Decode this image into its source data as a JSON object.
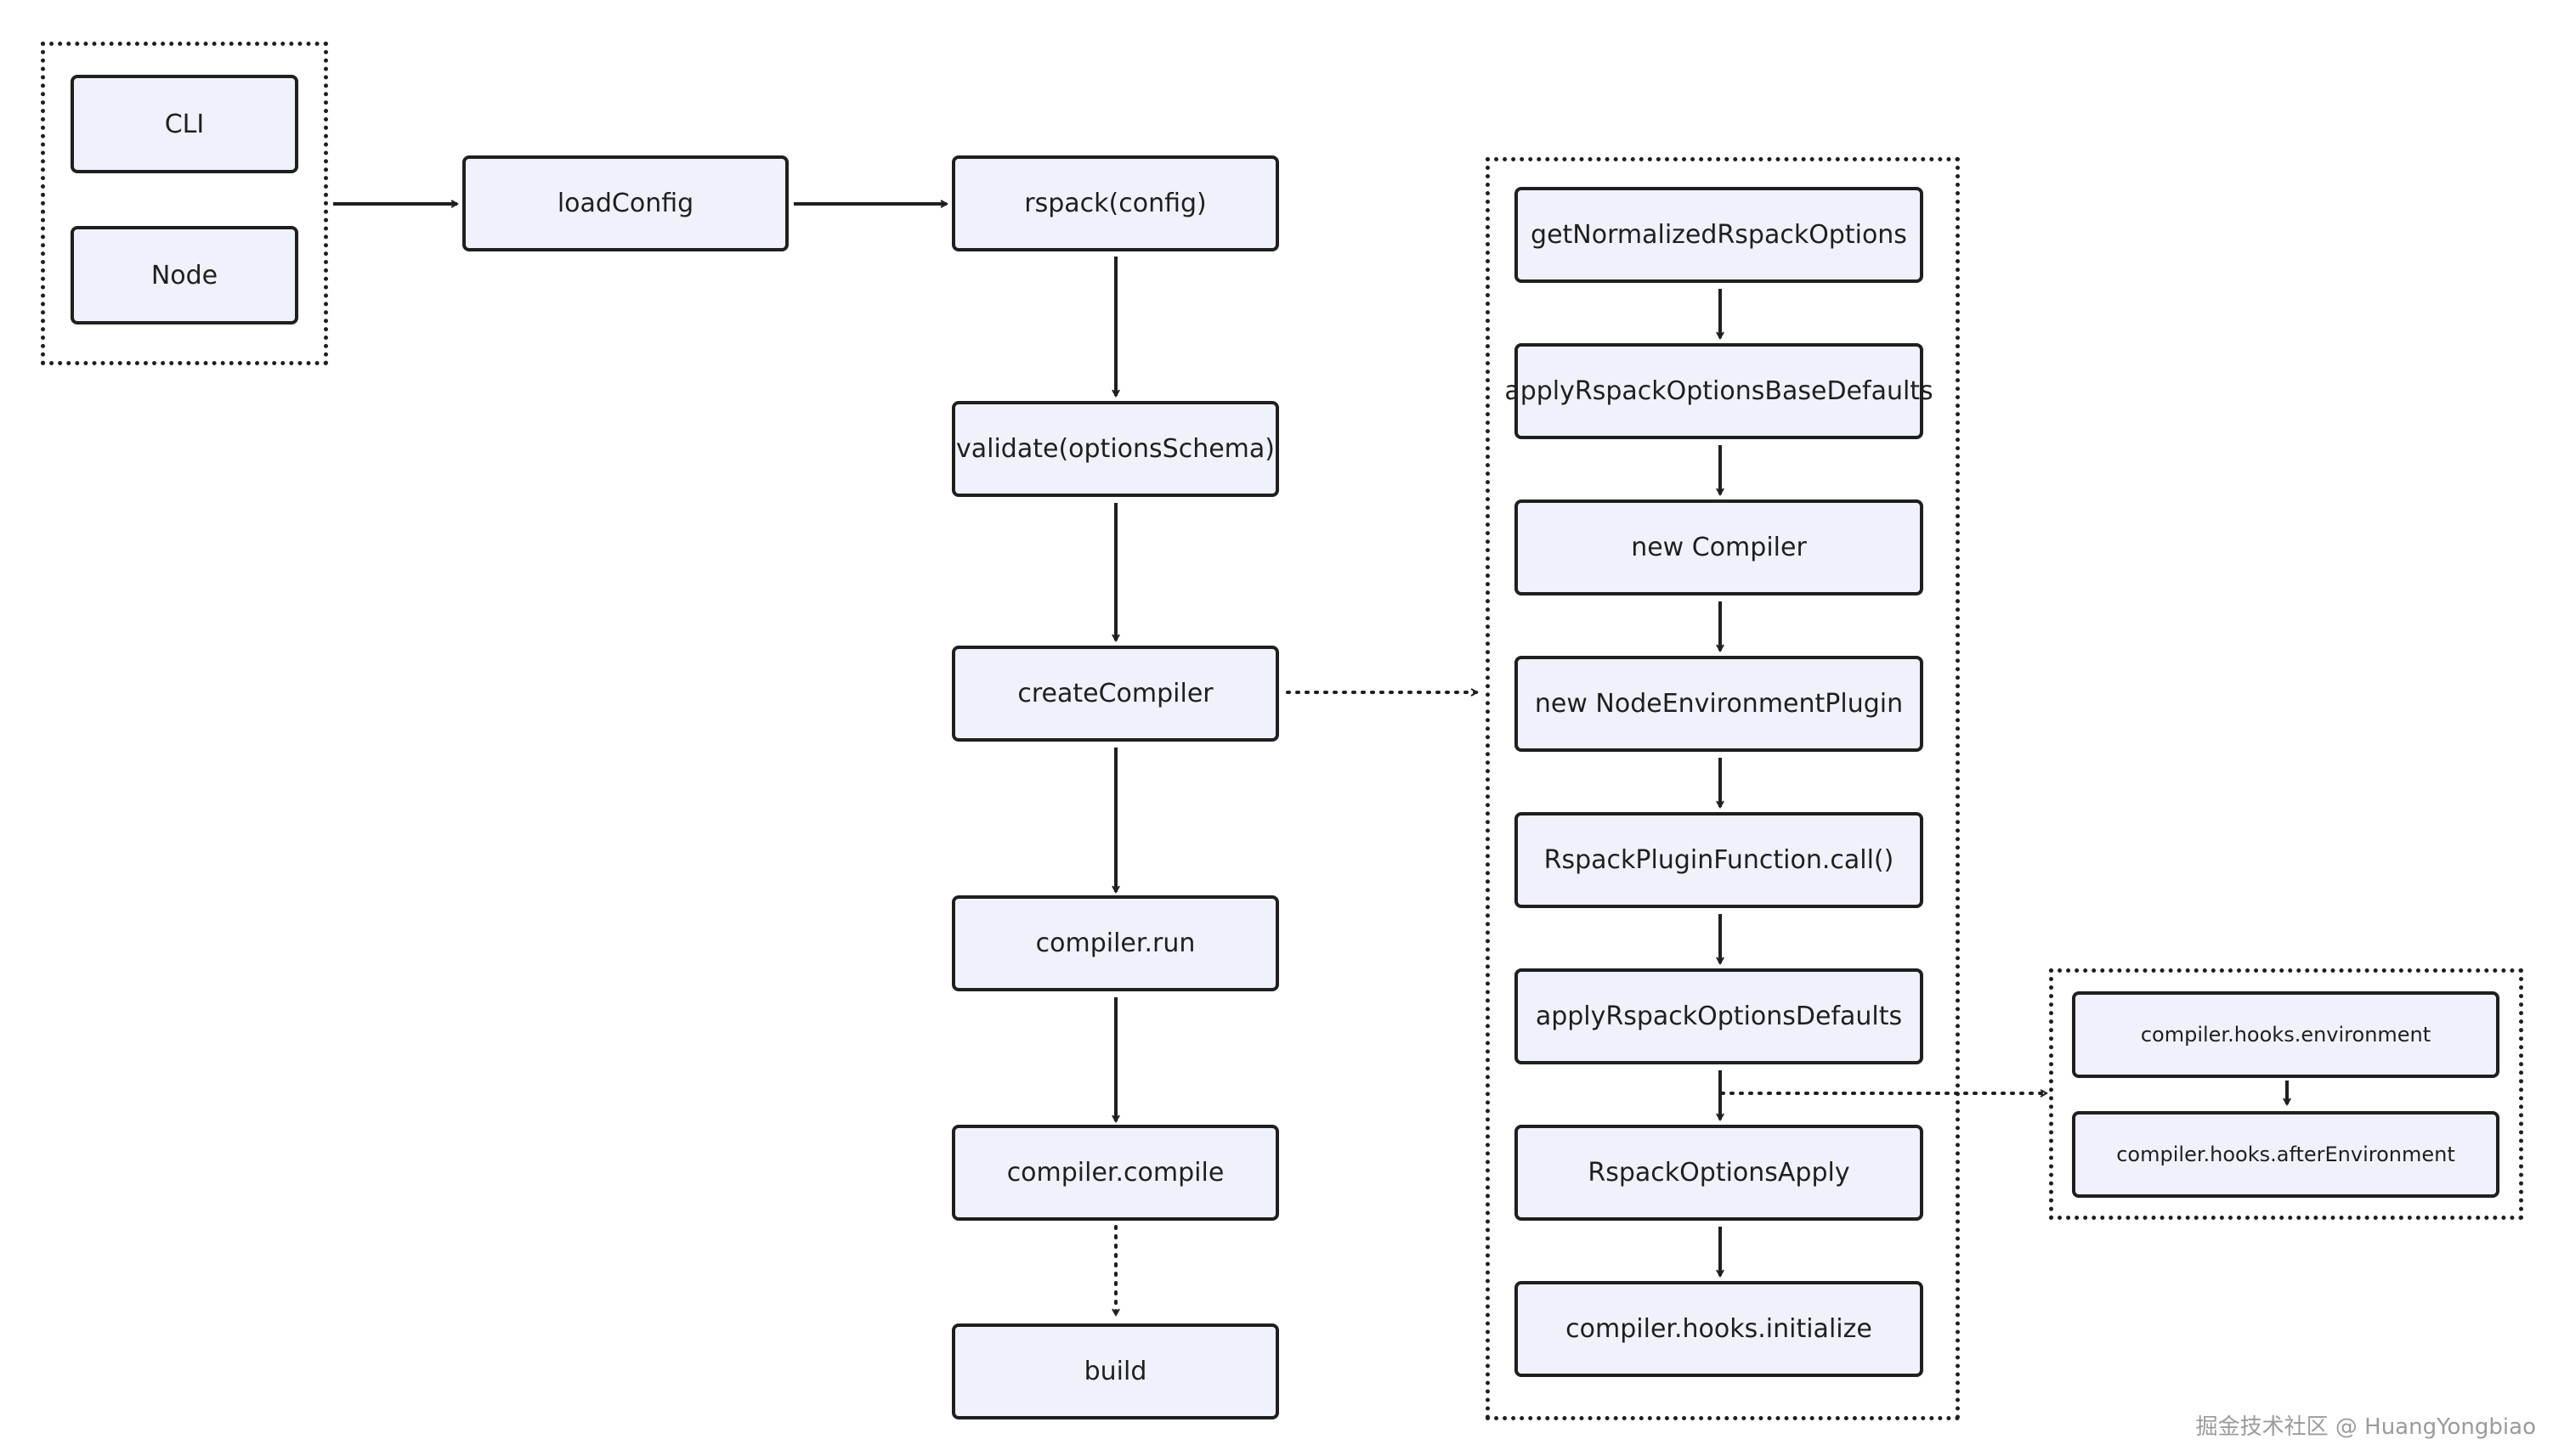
{
  "nodes": {
    "cli": "CLI",
    "node": "Node",
    "load_config": "loadConfig",
    "rspack_config": "rspack(config)",
    "validate": "validate(optionsSchema)",
    "create_compiler": "createCompiler",
    "compiler_run": "compiler.run",
    "compiler_compile": "compiler.compile",
    "build": "build",
    "get_normalized": "getNormalizedRspackOptions",
    "apply_base_defaults": "applyRspackOptionsBaseDefaults",
    "new_compiler": "new Compiler",
    "new_node_env_plugin": "new NodeEnvironmentPlugin",
    "plugin_call": "RspackPluginFunction.call()",
    "apply_defaults": "applyRspackOptionsDefaults",
    "options_apply": "RspackOptionsApply",
    "hooks_initialize": "compiler.hooks.initialize",
    "hooks_environment": "compiler.hooks.environment",
    "hooks_after_environment": "compiler.hooks.afterEnvironment"
  },
  "watermark": "掘金技术社区 @ HuangYongbiao",
  "colors": {
    "node_fill": "#eff2fb",
    "stroke": "#1f1f1f",
    "watermark": "#9b9b9b"
  }
}
